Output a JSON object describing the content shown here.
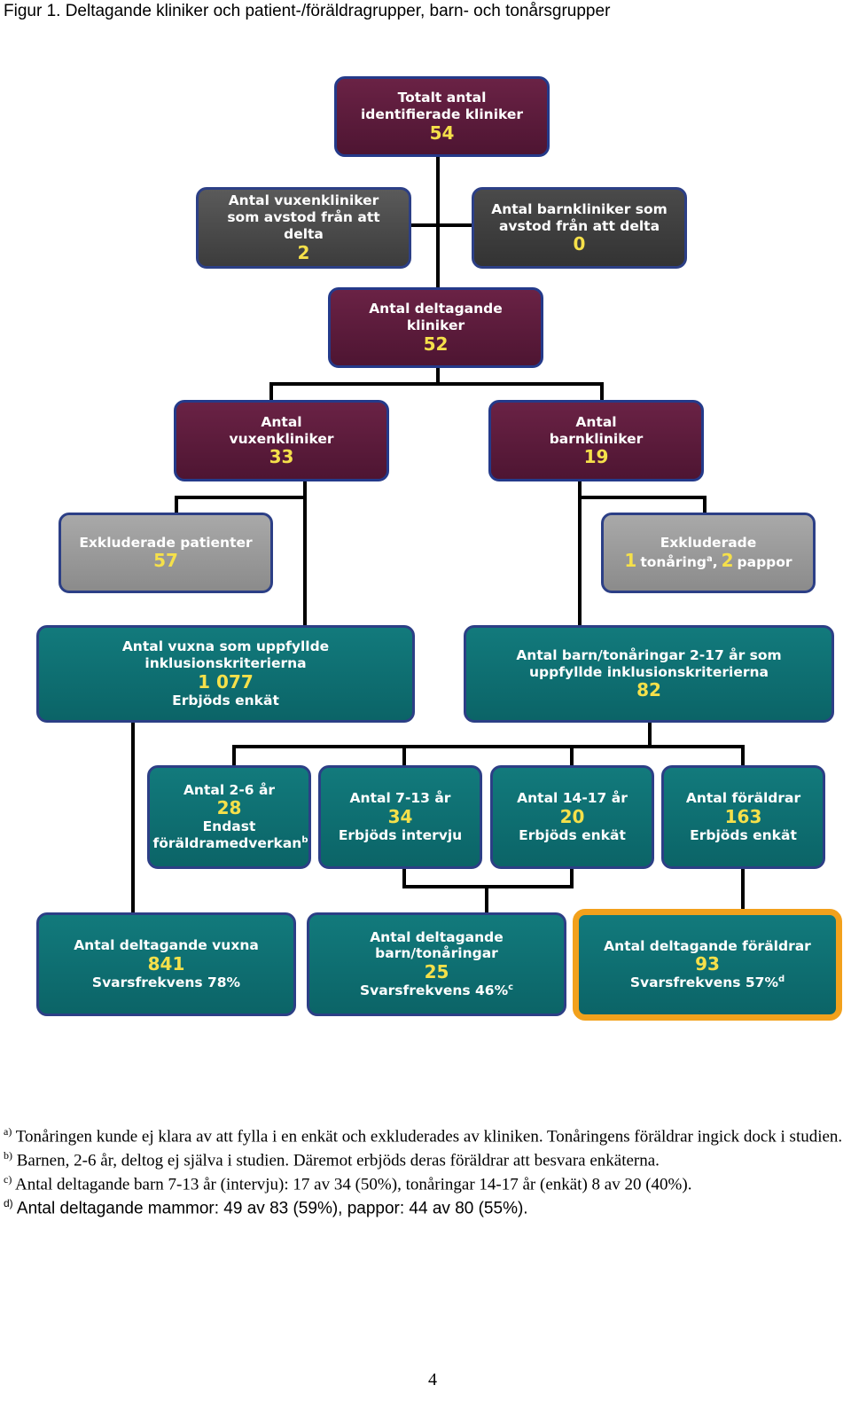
{
  "figure_title": "Figur 1. Deltagande kliniker och patient-/föräldragrupper, barn- och tonårsgrupper",
  "boxes": {
    "total": {
      "label": "Totalt antal identifierade kliniker",
      "value": "54"
    },
    "adult_declined": {
      "label": "Antal vuxenkliniker som avstod från att delta",
      "value": "2"
    },
    "child_declined": {
      "label": "Antal barnkliniker som avstod från att delta",
      "value": "0"
    },
    "participating": {
      "label": "Antal deltagande kliniker",
      "value": "52"
    },
    "adult_clinics": {
      "label": "Antal vuxenkliniker",
      "value": "33"
    },
    "child_clinics": {
      "label": "Antal barnkliniker",
      "value": "19"
    },
    "excluded_patients": {
      "label": "Exkluderade patienter",
      "value": "57"
    },
    "excluded_child": {
      "label": "Exkluderade",
      "value_a": "1",
      "text_a": "tonåring",
      "sup_a": "a",
      "sep": ",",
      "value_b": "2",
      "text_b": "pappor"
    },
    "adults_eligible": {
      "label": "Antal vuxna som uppfyllde inklusionskriterierna",
      "value": "1 077",
      "sub": "Erbjöds enkät"
    },
    "children_eligible": {
      "label": "Antal barn/tonåringar 2-17 år som uppfyllde inklusionskriterierna",
      "value": "82"
    },
    "age_2_6": {
      "label": "Antal 2-6 år",
      "value": "28",
      "sub": "Endast föräldramedverkan",
      "sup": "b"
    },
    "age_7_13": {
      "label": "Antal 7-13 år",
      "value": "34",
      "sub": "Erbjöds intervju"
    },
    "age_14_17": {
      "label": "Antal 14-17 år",
      "value": "20",
      "sub": "Erbjöds enkät"
    },
    "parents": {
      "label": "Antal föräldrar",
      "value": "163",
      "sub": "Erbjöds enkät"
    },
    "adults_participating": {
      "label": "Antal deltagande vuxna",
      "value": "841",
      "sub": "Svarsfrekvens 78%"
    },
    "children_participating": {
      "label": "Antal deltagande barn/tonåringar",
      "value": "25",
      "sub": "Svarsfrekvens 46%",
      "sup": "c"
    },
    "parents_participating": {
      "label": "Antal deltagande föräldrar",
      "value": "93",
      "sub": "Svarsfrekvens 57%",
      "sup": "d"
    }
  },
  "colors": {
    "maroon": "#5c1a3c",
    "teal": "#0e6e70",
    "highlight_border": "#f2a11c",
    "numbers": "#f5e04a",
    "connector": "#000000"
  },
  "footnotes": [
    {
      "mark": "a)",
      "text": "Tonåringen kunde ej klara av att fylla i en enkät och exkluderades av kliniken. Tonåringens föräldrar ingick dock i studien."
    },
    {
      "mark": "b)",
      "text": "Barnen, 2-6 år, deltog ej själva i studien. Däremot erbjöds deras föräldrar att besvara enkäterna."
    },
    {
      "mark": "c)",
      "text": "Antal deltagande barn 7-13 år (intervju): 17 av 34 (50%), tonåringar 14-17 år (enkät) 8 av 20 (40%)."
    },
    {
      "mark": "d)",
      "text": "Antal deltagande mammor: 49 av 83 (59%), pappor: 44 av 80 (55%)."
    }
  ],
  "page_number": "4"
}
